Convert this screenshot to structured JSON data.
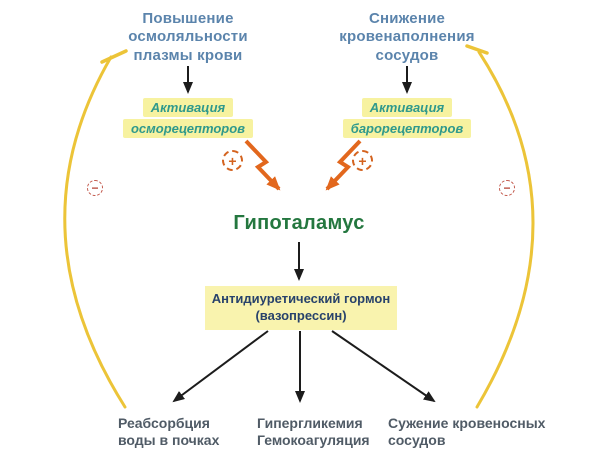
{
  "nodes": {
    "stimulus_left": "Повышение\nосмоляльности\nплазмы крови",
    "stimulus_right": "Снижение\nкровенаполнения\nсосудов",
    "receptor_left_line1": "Активация",
    "receptor_left_line2": "осморецепторов",
    "receptor_right_line1": "Активация",
    "receptor_right_line2": "барорецепторов",
    "hypothalamus": "Гипоталамус",
    "hormone": "Антидиуретический гормон\n(вазопрессин)",
    "effect_left": "Реабсорбция\nводы в почках",
    "effect_center": "Гипергликемия\nГемокоагуляция",
    "effect_right": "Сужение кровеносных\nсосудов"
  },
  "signs": {
    "stimulation": "+",
    "inhibition": "−"
  },
  "colors": {
    "stimulus_text": "#5b84ac",
    "receptor_text": "#2f998c",
    "receptor_highlight": "#f7f2a0",
    "hypothalamus_text": "#24773f",
    "hormone_box_bg": "#f9f3ae",
    "hormone_text": "#28426b",
    "effect_text": "#505b66",
    "stimulation_arrow": "#e2671d",
    "feedback_curve": "#ecc438",
    "plus_sign": "#d4631f",
    "minus_sign": "#bf4b3c",
    "black_arrow": "#1c1c1c"
  }
}
